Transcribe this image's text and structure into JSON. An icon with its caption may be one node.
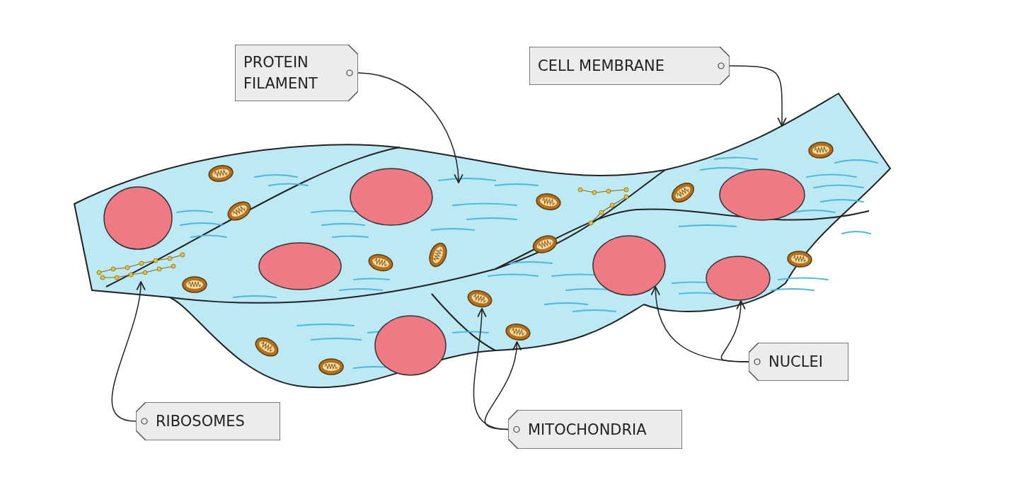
{
  "diagram": {
    "nodes": [
      {
        "text": [
          "PROTEIN FILAMENT"
        ]
      },
      {
        "text": [
          "CELL MEMBRANE"
        ]
      },
      {
        "text": [
          "RIBOSOMES"
        ]
      },
      {
        "text": [
          "MITOCHONDRIA"
        ]
      },
      {
        "text": [
          "NUCLEI"
        ]
      },
      {
        "text": [],
        "shape": "picture"
      },
      {
        "text": [],
        "shape": "picture"
      },
      {
        "text": [],
        "shape": "picture"
      },
      {
        "text": [],
        "shape": "circle"
      },
      {
        "text": [],
        "shape": "circle"
      }
    ],
    "edges": [
      {
        "from": 0,
        "to": null,
        "arrow": "to"
      },
      {
        "from": 1,
        "to": null,
        "arrow": "to"
      },
      {
        "from": 2,
        "to": 5,
        "arrow": "to"
      },
      {
        "from": 3,
        "to": 6,
        "arrow": "to"
      },
      {
        "from": 3,
        "to": 7,
        "arrow": "to"
      },
      {
        "from": 4,
        "to": 8,
        "arrow": "to"
      },
      {
        "from": 4,
        "to": 9,
        "arrow": "to"
      }
    ]
  }
}
